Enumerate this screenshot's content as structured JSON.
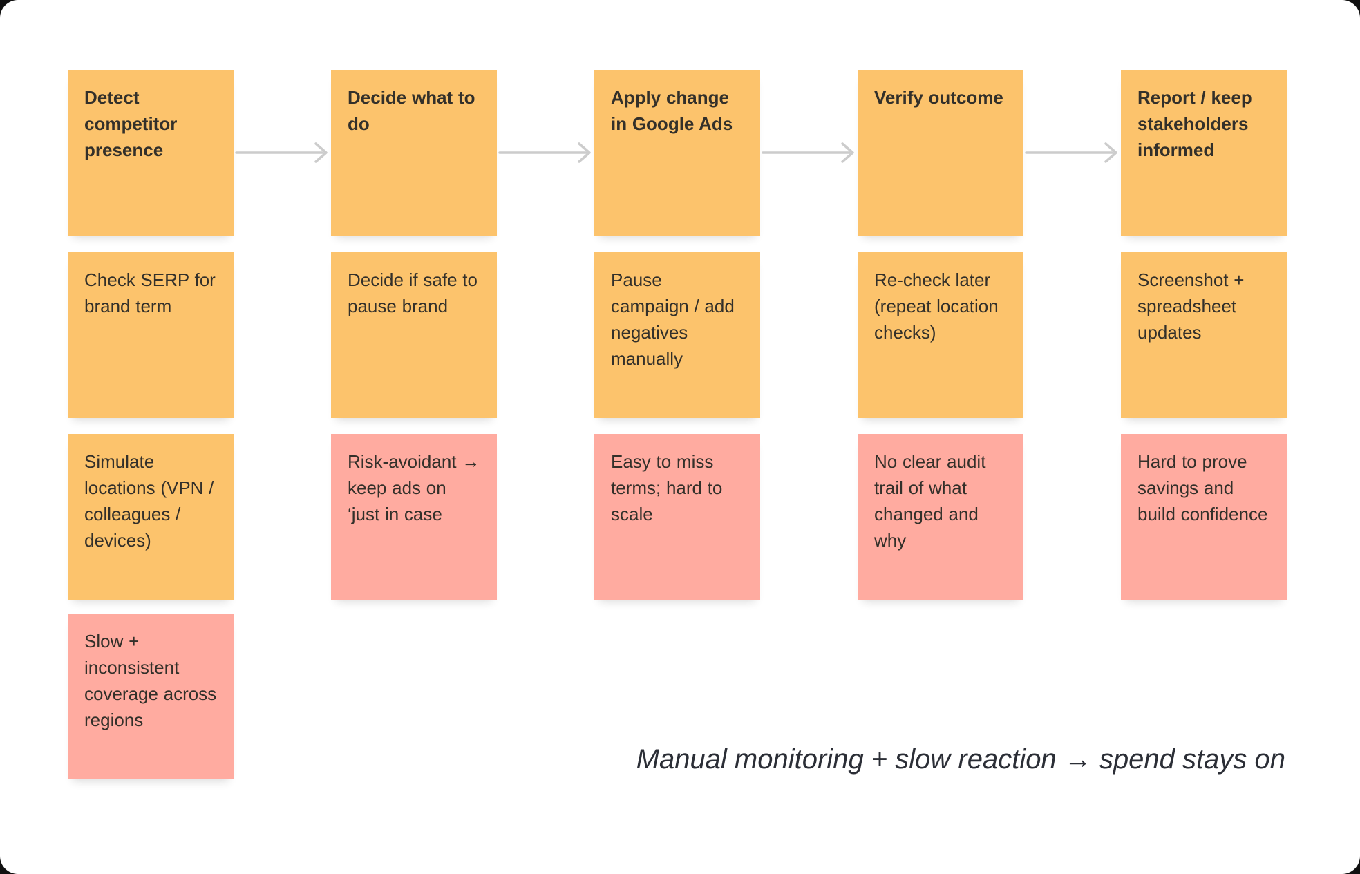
{
  "board": {
    "caption": "Manual monitoring + slow reaction → spend stays on"
  },
  "colors": {
    "canvas_bg": "#FFFFFF",
    "sticky_orange": "#FCC36C",
    "sticky_pink": "#FFABA0",
    "arrow_gray": "#CCCCCC",
    "note_text": "#33302A",
    "caption_text": "#2B2E36"
  },
  "columns": [
    {
      "id": "detect",
      "header": {
        "label": "Detect competitor presence",
        "color": "orange"
      },
      "notes": [
        {
          "text": "Check SERP for brand term",
          "color": "orange"
        },
        {
          "text": "Simulate locations (VPN / colleagues / devices)",
          "color": "orange"
        },
        {
          "text": "Slow + inconsistent coverage across regions",
          "color": "pink"
        }
      ]
    },
    {
      "id": "decide",
      "header": {
        "label": "Decide what to do",
        "color": "orange"
      },
      "notes": [
        {
          "text": "Decide if safe to pause brand",
          "color": "orange"
        },
        {
          "text": "Risk-avoidant → keep ads on ‘just in case",
          "color": "pink"
        }
      ]
    },
    {
      "id": "apply",
      "header": {
        "label": "Apply change in Google Ads",
        "color": "orange"
      },
      "notes": [
        {
          "text": "Pause campaign / add negatives manually",
          "color": "orange"
        },
        {
          "text": "Easy to miss terms; hard to scale",
          "color": "pink"
        }
      ]
    },
    {
      "id": "verify",
      "header": {
        "label": "Verify outcome",
        "color": "orange"
      },
      "notes": [
        {
          "text": "Re-check later (repeat location checks)",
          "color": "orange"
        },
        {
          "text": "No clear audit trail of what changed and why",
          "color": "pink"
        }
      ]
    },
    {
      "id": "report",
      "header": {
        "label": "Report / keep stakeholders informed",
        "color": "orange"
      },
      "notes": [
        {
          "text": "Screenshot + spreadsheet updates",
          "color": "orange"
        },
        {
          "text": "Hard to prove savings and build confidence",
          "color": "pink"
        }
      ]
    }
  ]
}
